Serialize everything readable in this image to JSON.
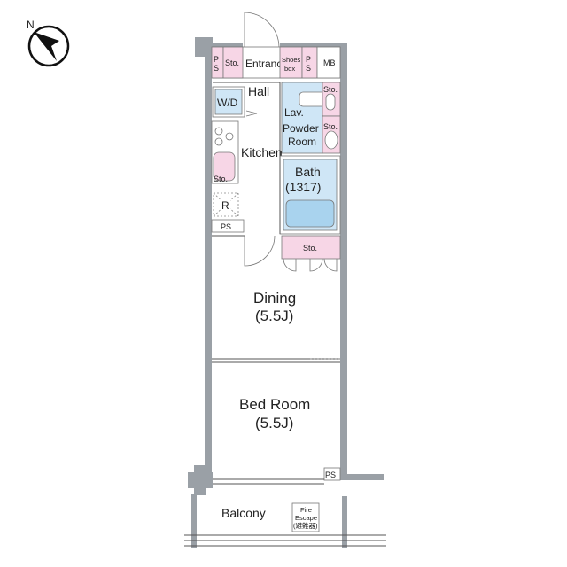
{
  "compass": {
    "label": "N",
    "icon": "north-arrow-compass-icon"
  },
  "rooms": {
    "sto_entrance": "Sto.",
    "entrance": "Entrance",
    "shoes_box_1": "Shoes",
    "shoes_box_2": "box",
    "ps_top_left": "P\nS",
    "ps_top_right": "P\nS",
    "mb": "MB",
    "hall": "Hall",
    "wd": "W/D",
    "lav": "Lav.",
    "powder_1": "Powder",
    "powder_2": "Room",
    "sto_lav": "Sto.",
    "sto_powder": "Sto.",
    "kitchen": "Kitchen",
    "sto_kitchen": "Sto.",
    "bath": "Bath",
    "bath_size": "(1317)",
    "r": "R",
    "ps_kitchen": "PS",
    "sto_bath": "Sto.",
    "dining": "Dining",
    "dining_size": "(5.5J)",
    "bedroom": "Bed Room",
    "bedroom_size": "(5.5J)",
    "ps_bedroom": "PS",
    "balcony": "Balcony",
    "fire_1": "Fire",
    "fire_2": "Escape",
    "fire_3": "(避難器)"
  },
  "colors": {
    "wall": "#9aa0a6",
    "storage": "#f7d6e6",
    "wet_area": "#cfe6f6"
  }
}
